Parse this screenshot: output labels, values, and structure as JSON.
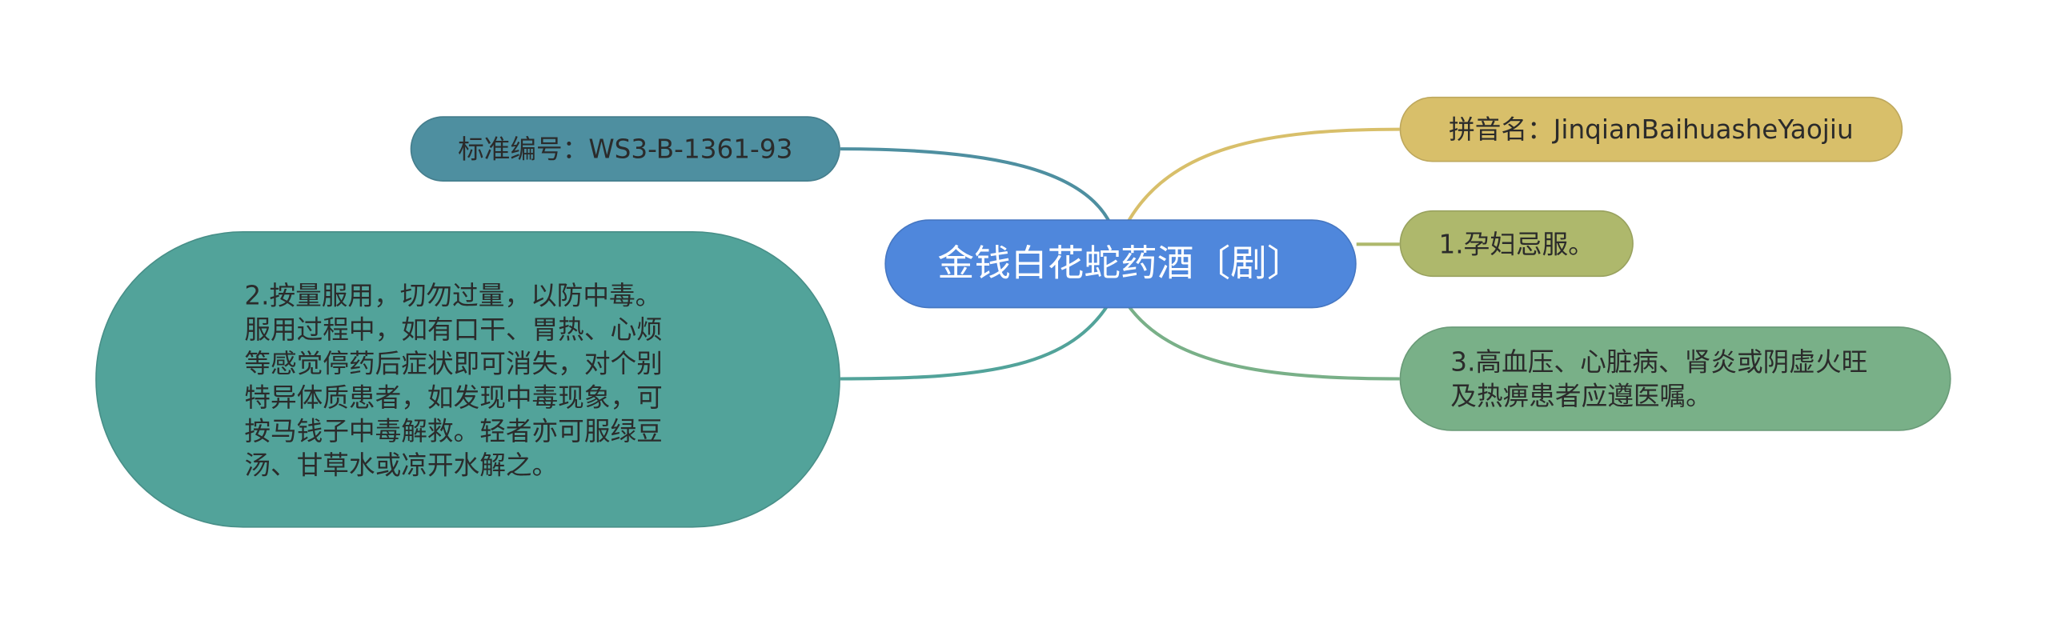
{
  "root": {
    "label": "金钱白花蛇药酒〔剧〕"
  },
  "branches": {
    "standard_no": {
      "label": "标准编号：WS3-B-1361-93"
    },
    "usage": {
      "label": "2.按量服用，切勿过量，以防中毒。服用过程中，如有口干、胃热、心烦等感觉停药后症状即可消失，对个别特异体质患者，如发现中毒现象，可按马钱子中毒解救。轻者亦可服绿豆汤、甘草水或凉开水解之。"
    },
    "pinyin": {
      "label": "拼音名：JinqianBaihuasheYaojiu"
    },
    "pregnancy": {
      "label": "1.孕妇忌服。"
    },
    "hypertension": {
      "label": "3.高血压、心脏病、肾炎或阴虚火旺及热痹患者应遵医嘱。"
    }
  },
  "colors": {
    "root": "#4f87dc",
    "standard_no": "#4e8fa0",
    "usage": "#52a39a",
    "pinyin": "#d8bf6a",
    "pregnancy": "#aeb86c",
    "hypertension": "#79b088"
  }
}
